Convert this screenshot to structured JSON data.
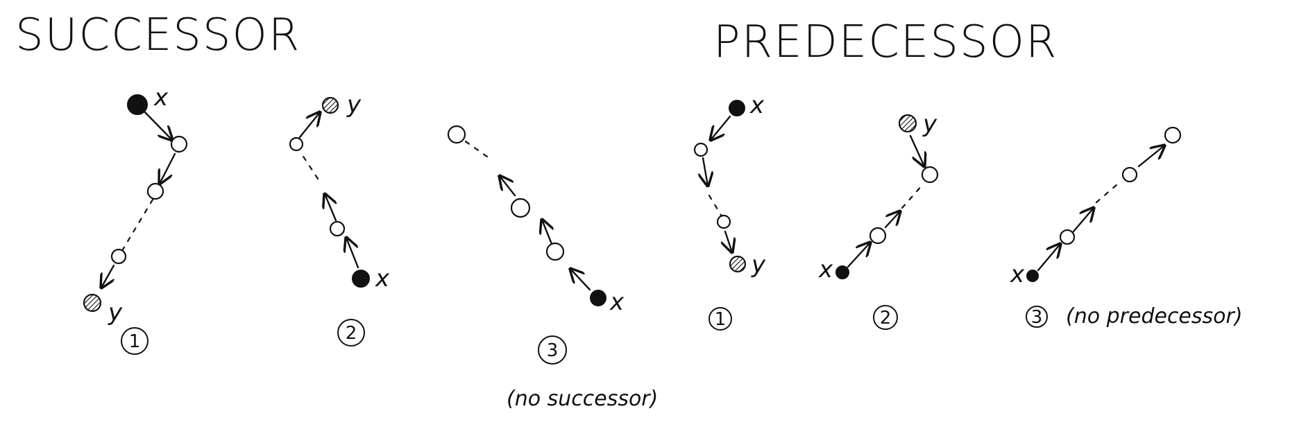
{
  "titles": {
    "successor": "SUCCESSOR",
    "predecessor": "PREDECESSOR"
  },
  "node_labels": {
    "x": "x",
    "y": "y"
  },
  "cases": [
    {
      "group": "successor",
      "number": "1",
      "note": ""
    },
    {
      "group": "successor",
      "number": "2",
      "note": ""
    },
    {
      "group": "successor",
      "number": "3",
      "note": "(no successor)"
    },
    {
      "group": "predecessor",
      "number": "1",
      "note": ""
    },
    {
      "group": "predecessor",
      "number": "2",
      "note": ""
    },
    {
      "group": "predecessor",
      "number": "3",
      "note": "(no predecessor)"
    }
  ],
  "legend_semantics": {
    "x_node": "filled black circle",
    "y_node": "hatched circle",
    "other_node": "empty circle"
  }
}
